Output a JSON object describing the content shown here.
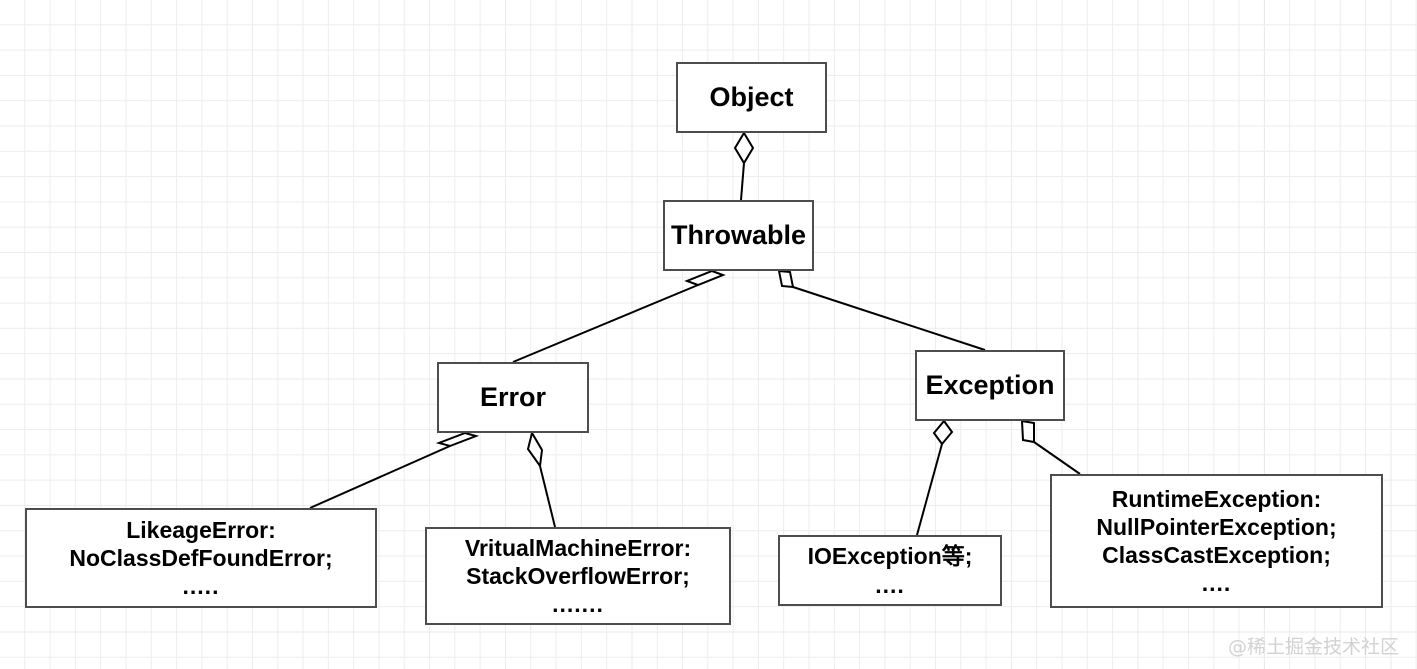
{
  "diagram": {
    "title": "Java Throwable class hierarchy",
    "nodes": [
      {
        "id": "object",
        "label": "Object",
        "lines": [
          "Object"
        ]
      },
      {
        "id": "throwable",
        "label": "Throwable",
        "lines": [
          "Throwable"
        ]
      },
      {
        "id": "error",
        "label": "Error",
        "lines": [
          "Error"
        ]
      },
      {
        "id": "exception",
        "label": "Exception",
        "lines": [
          "Exception"
        ]
      },
      {
        "id": "likeage",
        "label": "LikeageError",
        "lines": [
          "LikeageError:",
          "NoClassDefFoundError;",
          "....."
        ]
      },
      {
        "id": "vritual",
        "label": "VritualMachineError",
        "lines": [
          "VritualMachineError:",
          "StackOverflowError;",
          "......."
        ]
      },
      {
        "id": "ioex",
        "label": "IOException",
        "lines": [
          "IOException等;",
          "...."
        ]
      },
      {
        "id": "runtime",
        "label": "RuntimeException",
        "lines": [
          "RuntimeException:",
          "NullPointerException;",
          "ClassCastException;",
          "...."
        ]
      }
    ],
    "edges": [
      {
        "from": "object",
        "to": "throwable",
        "type": "aggregation"
      },
      {
        "from": "throwable",
        "to": "error",
        "type": "aggregation"
      },
      {
        "from": "throwable",
        "to": "exception",
        "type": "aggregation"
      },
      {
        "from": "error",
        "to": "likeage",
        "type": "aggregation"
      },
      {
        "from": "error",
        "to": "vritual",
        "type": "aggregation"
      },
      {
        "from": "exception",
        "to": "ioex",
        "type": "aggregation"
      },
      {
        "from": "exception",
        "to": "runtime",
        "type": "aggregation"
      }
    ],
    "colors": {
      "node_border": "#4d4d4d",
      "node_fill": "#ffffff",
      "edge": "#000000",
      "text": "#000000",
      "grid_minor": "#ededed",
      "grid_major": "#dcdcdc",
      "watermark": "#d2d2d2"
    }
  },
  "watermark": {
    "text": "@稀土掘金技术社区"
  }
}
